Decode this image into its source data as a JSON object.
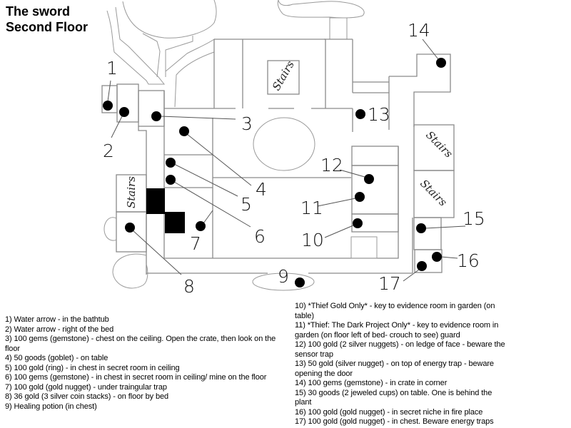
{
  "title": {
    "line1": "The sword",
    "line2": "Second Floor"
  },
  "map": {
    "stairs_label": "Stairs",
    "markers": [
      {
        "id": "1",
        "label": "1"
      },
      {
        "id": "2",
        "label": "2"
      },
      {
        "id": "3",
        "label": "3"
      },
      {
        "id": "4",
        "label": "4"
      },
      {
        "id": "5",
        "label": "5"
      },
      {
        "id": "6",
        "label": "6"
      },
      {
        "id": "7",
        "label": "7"
      },
      {
        "id": "8",
        "label": "8"
      },
      {
        "id": "9",
        "label": "9"
      },
      {
        "id": "10",
        "label": "10"
      },
      {
        "id": "11",
        "label": "11"
      },
      {
        "id": "12",
        "label": "12"
      },
      {
        "id": "13",
        "label": "13"
      },
      {
        "id": "14",
        "label": "14"
      },
      {
        "id": "15",
        "label": "15"
      },
      {
        "id": "16",
        "label": "16"
      },
      {
        "id": "17",
        "label": "17"
      }
    ]
  },
  "legend": {
    "left": [
      "1) Water arrow - in the bathtub",
      "2) Water arrow - right of the bed",
      "3) 100 gems (gemstone) - chest on the ceiling. Open the crate, then look on the floor",
      "4) 50 goods (goblet) - on table",
      "5) 100 gold (ring) - in chest in secret room in ceiling",
      "6) 100 gems (gemstone) - in chest in secret room in ceiling/ mine on the floor",
      "7) 100 gold (gold nugget) - under traingular trap",
      "8) 36 gold (3 silver coin stacks) - on floor by bed",
      "9) Healing potion (in chest)"
    ],
    "right": [
      "10) *Thief Gold Only* - key to evidence room in garden (on table)",
      "11) *Thief: The Dark Project Only* - key to evidence room in garden (on floor left of bed- crouch to see) guard",
      "12) 100 gold (2 silver nuggets) - on ledge of face - beware the sensor trap",
      "13) 50 gold (silver nugget) - on top of energy trap - beware opening the door",
      "14) 100 gems (gemstone) - in crate in corner",
      "15) 30 goods (2 jeweled cups) on table. One is behind the plant",
      "16) 100 gold (gold nugget) - in secret niche in fire place",
      "17) 100 gold (gold nugget) - in chest. Beware energy traps"
    ]
  }
}
